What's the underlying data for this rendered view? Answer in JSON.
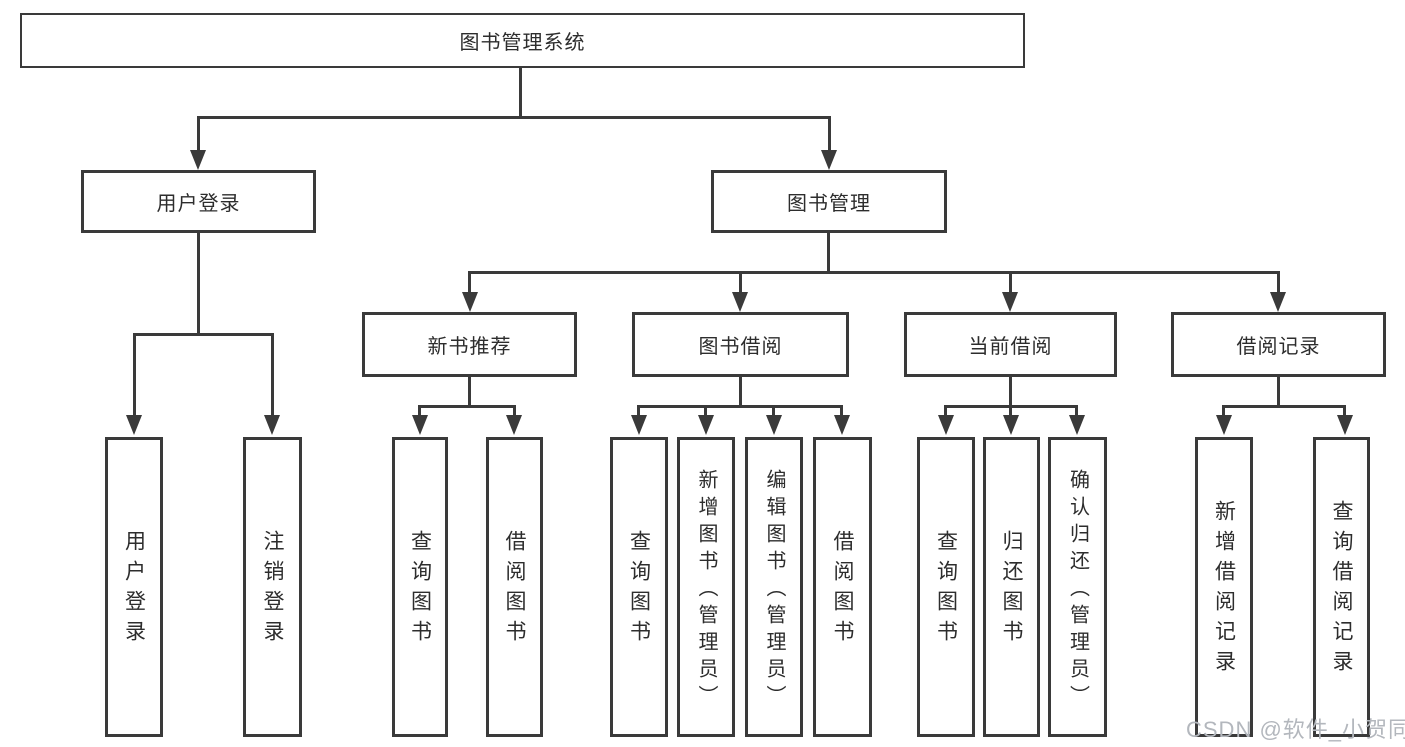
{
  "diagram": {
    "root": {
      "label": "图书管理系统"
    },
    "level2": [
      {
        "label": "用户登录"
      },
      {
        "label": "图书管理"
      }
    ],
    "level3": [
      {
        "label": "新书推荐"
      },
      {
        "label": "图书借阅"
      },
      {
        "label": "当前借阅"
      },
      {
        "label": "借阅记录"
      }
    ],
    "leaves": {
      "user": [
        "用户登录",
        "注销登录"
      ],
      "recommend": [
        "查询图书",
        "借阅图书"
      ],
      "borrow": [
        "查询图书",
        "新增图书（管理员）",
        "编辑图书（管理员）",
        "借阅图书"
      ],
      "current": [
        "查询图书",
        "归还图书",
        "确认归还（管理员）"
      ],
      "records": [
        "新增借阅记录",
        "查询借阅记录"
      ]
    }
  },
  "watermark": {
    "text": "CSDN @软件_小贺同学"
  },
  "colors": {
    "line": "#3a3a3a",
    "text": "#2d2d2d",
    "watermark": "#b3b7bd",
    "bg": "#ffffff"
  }
}
